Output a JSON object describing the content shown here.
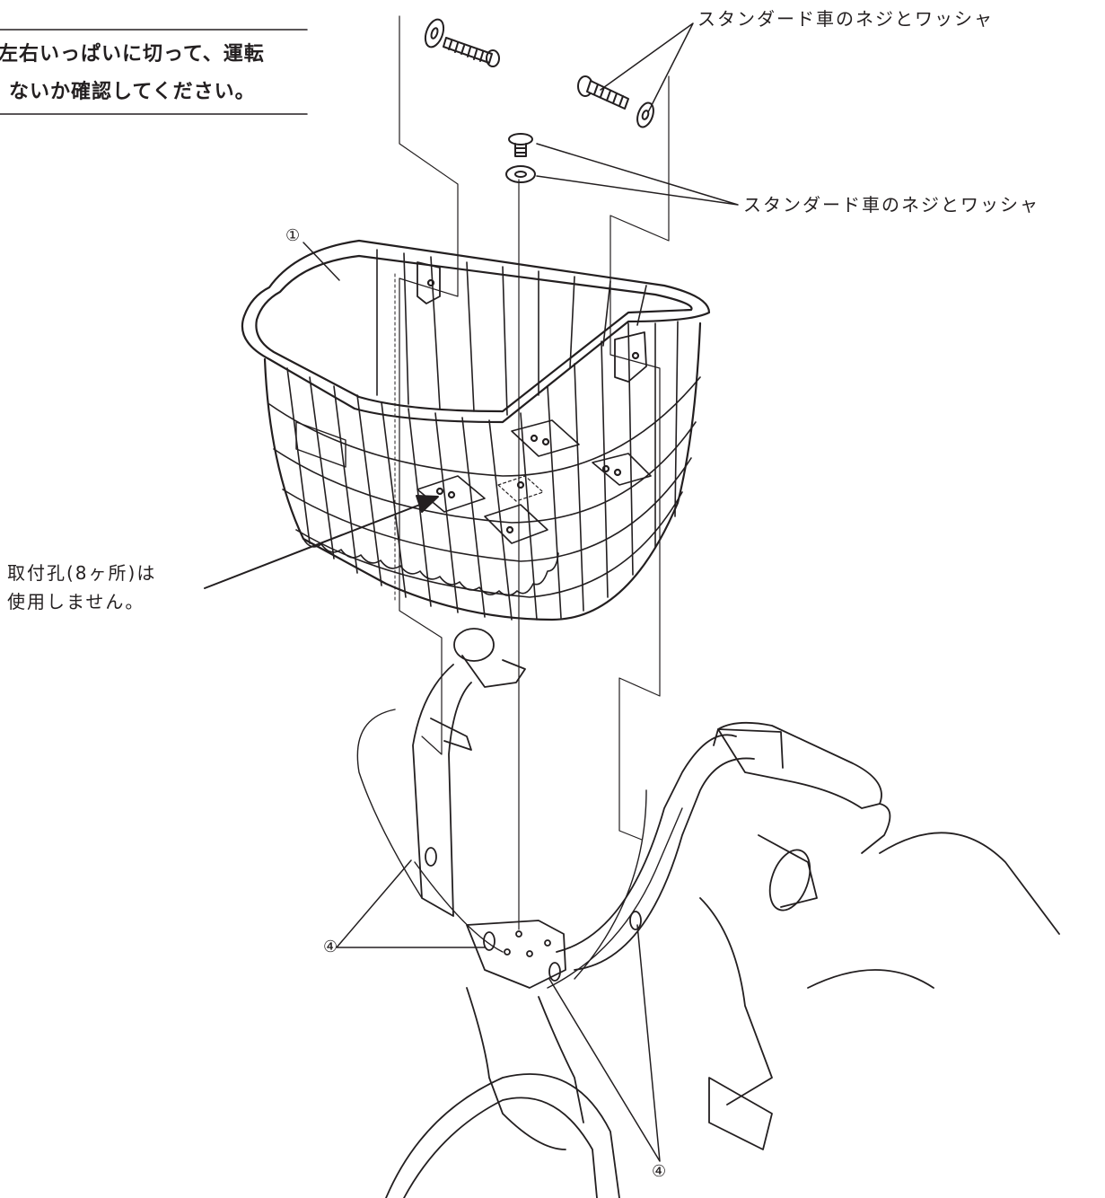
{
  "note": {
    "line1": "左右いっぱいに切って、運転",
    "line2": "ないか確認してください。"
  },
  "labels": {
    "screw_washer_top": "スタンダード車のネジとワッシャ",
    "screw_washer_mid": "スタンダード車のネジとワッシャ",
    "holes_line1": "取付孔(8ヶ所)は",
    "holes_line2": "使用しません。"
  },
  "callouts": {
    "basket": "①",
    "ties_left": "④",
    "ties_bottom": "④"
  },
  "colors": {
    "ink": "#231f20",
    "paper": "#ffffff"
  }
}
